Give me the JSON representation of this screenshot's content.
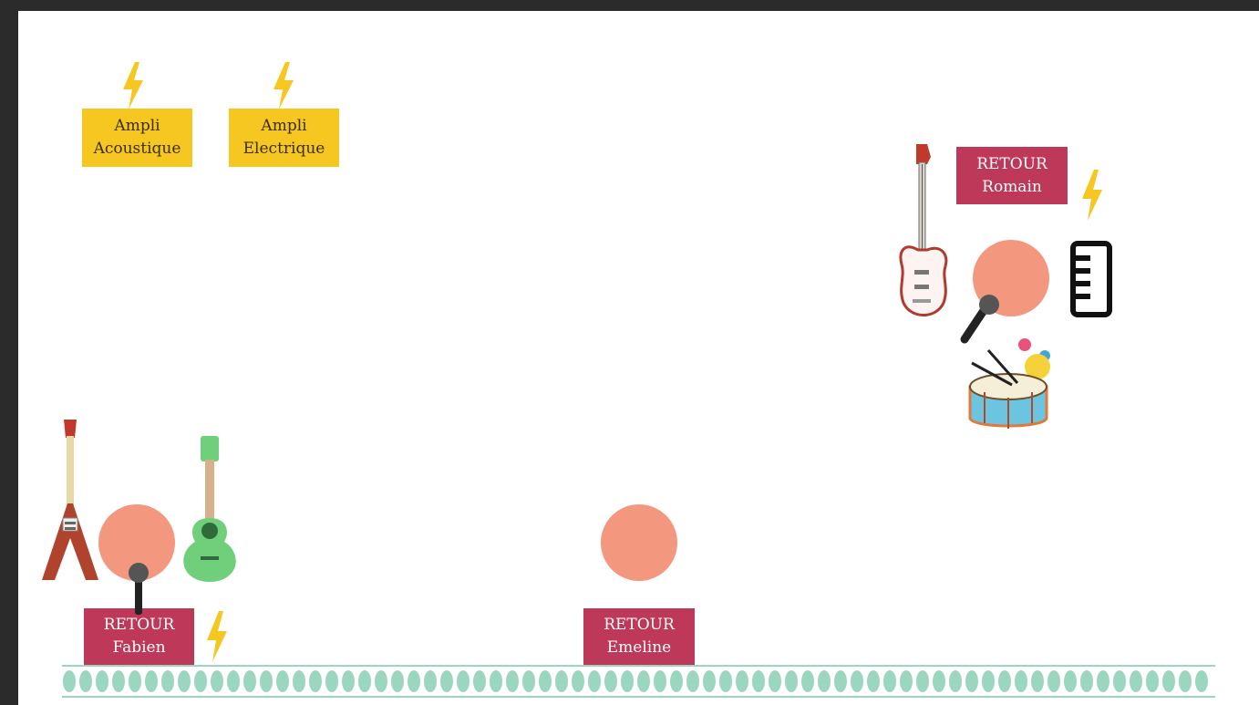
{
  "amps": [
    {
      "line1": "Ampli",
      "line2": "Acoustique"
    },
    {
      "line1": "Ampli",
      "line2": "Electrique"
    }
  ],
  "retours": [
    {
      "line1": "RETOUR",
      "line2": "Romain"
    },
    {
      "line1": "RETOUR",
      "line2": "Fabien"
    },
    {
      "line1": "RETOUR",
      "line2": "Emeline"
    }
  ],
  "colors": {
    "amp_box": "#f6c720",
    "retour_box": "#bd3859",
    "musician_circle": "#f4977f",
    "power_bolt": "#f6c720",
    "border_pattern": "#9bd6bf"
  },
  "icons": [
    "power-bolt-icon",
    "electric-guitar-icon",
    "bass-guitar-icon",
    "ukulele-icon",
    "microphone-icon",
    "keyboard-icon",
    "snare-drum-icon"
  ]
}
